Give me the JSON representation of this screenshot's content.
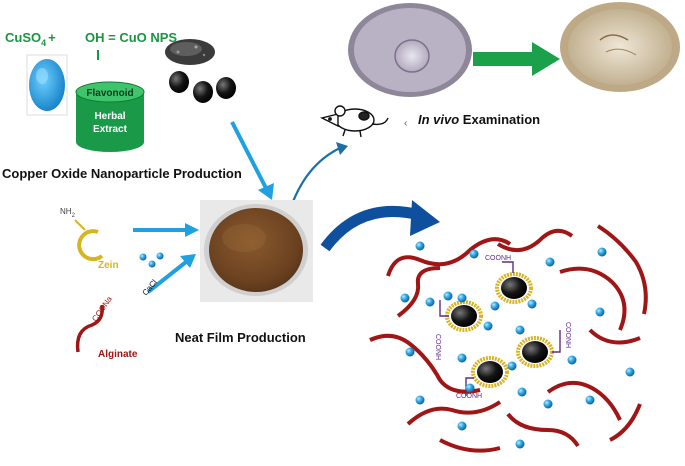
{
  "production": {
    "equation_cuso4": "CuSO",
    "equation_sub": "4",
    "equation_plus": "+",
    "equation_rest": "OH = CuO NPS",
    "container_line1": "Flavonoid",
    "container_line2": "Herbal",
    "container_line3": "Extract",
    "caption": "Copper Oxide Nanoparticle Production"
  },
  "invivo": {
    "caption_italic": "In vivo",
    "caption_rest": " Examination"
  },
  "reagents": {
    "nh2": "NH",
    "nh2_sub": "2",
    "zein": "Zein",
    "coona": "COONa",
    "alginate": "Alginate",
    "cacl": "CaCl"
  },
  "film": {
    "caption": "Neat Film Production"
  },
  "network": {
    "labels": [
      "COONH",
      "COONH",
      "COONH",
      "COONH"
    ]
  },
  "colors": {
    "green": "#1a9640",
    "arrow_blue": "#1fa0e0",
    "fiber_red": "#a01616",
    "zein_gold": "#d8b423",
    "bead_blue": "#2ea8e6",
    "purple": "#5b2d8a"
  }
}
